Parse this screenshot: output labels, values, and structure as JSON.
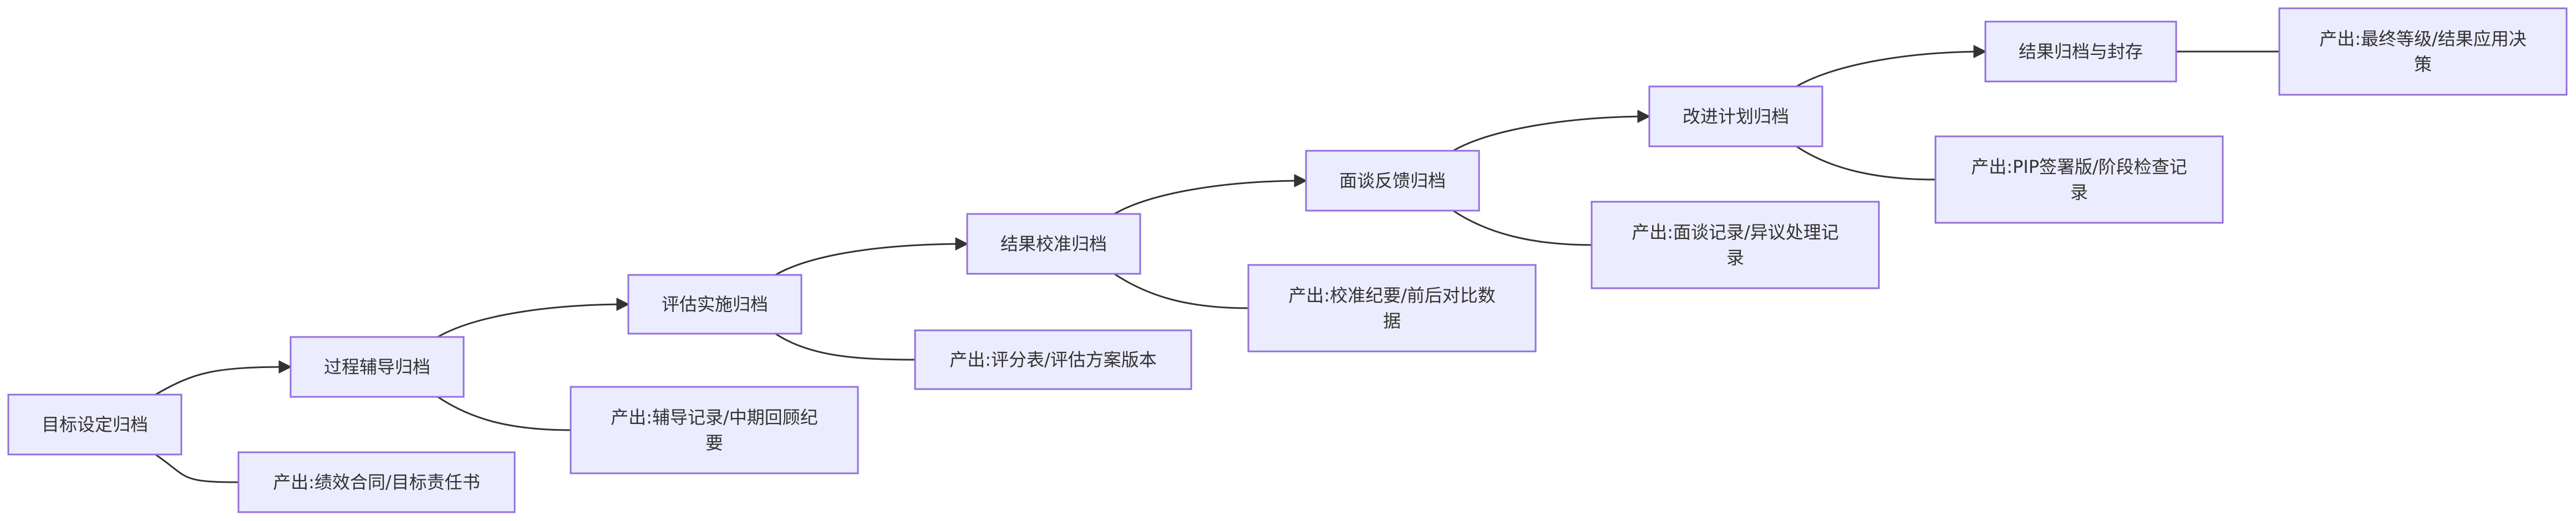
{
  "diagram": {
    "stages": [
      {
        "label": "目标设定归档",
        "output": [
          "产出:绩效合同/目标责任书"
        ]
      },
      {
        "label": "过程辅导归档",
        "output": [
          "产出:辅导记录/中期回顾纪",
          "要"
        ]
      },
      {
        "label": "评估实施归档",
        "output": [
          "产出:评分表/评估方案版本"
        ]
      },
      {
        "label": "结果校准归档",
        "output": [
          "产出:校准纪要/前后对比数",
          "据"
        ]
      },
      {
        "label": "面谈反馈归档",
        "output": [
          "产出:面谈记录/异议处理记",
          "录"
        ]
      },
      {
        "label": "改进计划归档",
        "output": [
          "产出:PIP签署版/阶段检查记",
          "录"
        ]
      },
      {
        "label": "结果归档与封存",
        "output": [
          "产出:最终等级/结果应用决",
          "策"
        ]
      }
    ]
  }
}
